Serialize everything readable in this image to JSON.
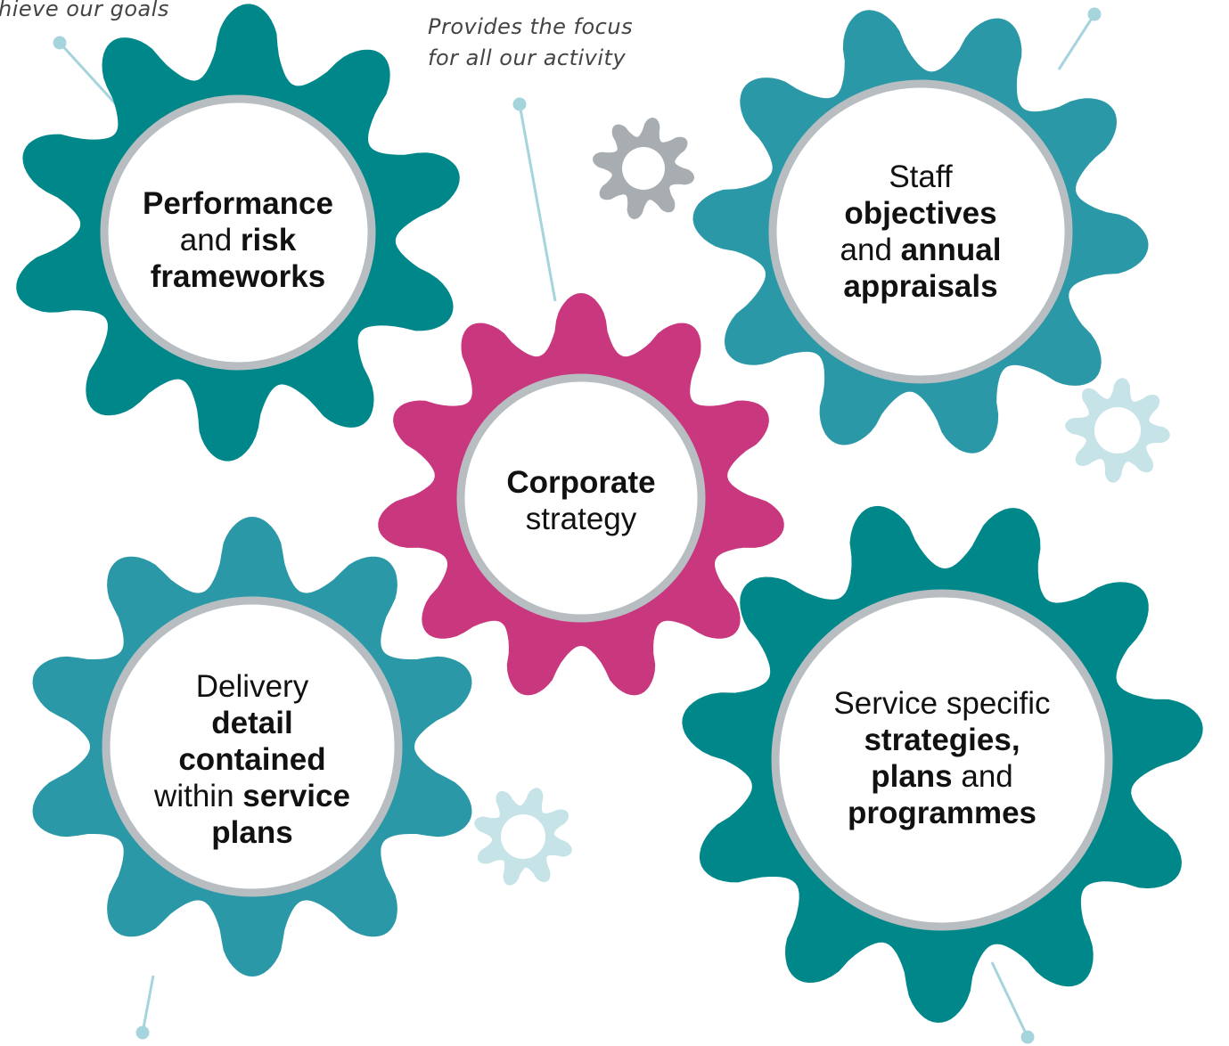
{
  "colors": {
    "teal_dark": "#00878A",
    "teal_light": "#2A98A6",
    "magenta": "#C9377F",
    "ring_grey": "#B7BDC0",
    "small_gear_grey": "#A7ADB0",
    "small_gear_light": "#C6E3E8",
    "connector": "#A6D4DD"
  },
  "captions": {
    "top_left": "hieve our goals",
    "top_center_line1": "Provides the focus",
    "top_center_line2": "for all our activity"
  },
  "gears": {
    "performance": {
      "color": "teal_dark",
      "w1": "Performance",
      "w2": " and ",
      "w3": "risk",
      "w4": "frameworks"
    },
    "staff": {
      "color": "teal_light",
      "w1": "Staff",
      "w2": "objectives",
      "w3": "and ",
      "w4": "annual",
      "w5": "appraisals"
    },
    "corporate": {
      "color": "magenta",
      "w1": "Corporate",
      "w2": "strategy"
    },
    "delivery": {
      "color": "teal_light",
      "w1": "Delivery",
      "w2": "detail",
      "w3": "contained",
      "w4": "within ",
      "w5": "service",
      "w6": "plans"
    },
    "service": {
      "color": "teal_dark",
      "w1": "Service specific",
      "w2": "strategies,",
      "w3": "plans",
      "w4": " and",
      "w5": "programmes"
    }
  },
  "small_gears": [
    {
      "name": "small-gear-grey",
      "color": "small_gear_grey"
    },
    {
      "name": "small-gear-light-right",
      "color": "small_gear_light"
    },
    {
      "name": "small-gear-light-bottom",
      "color": "small_gear_light"
    }
  ]
}
